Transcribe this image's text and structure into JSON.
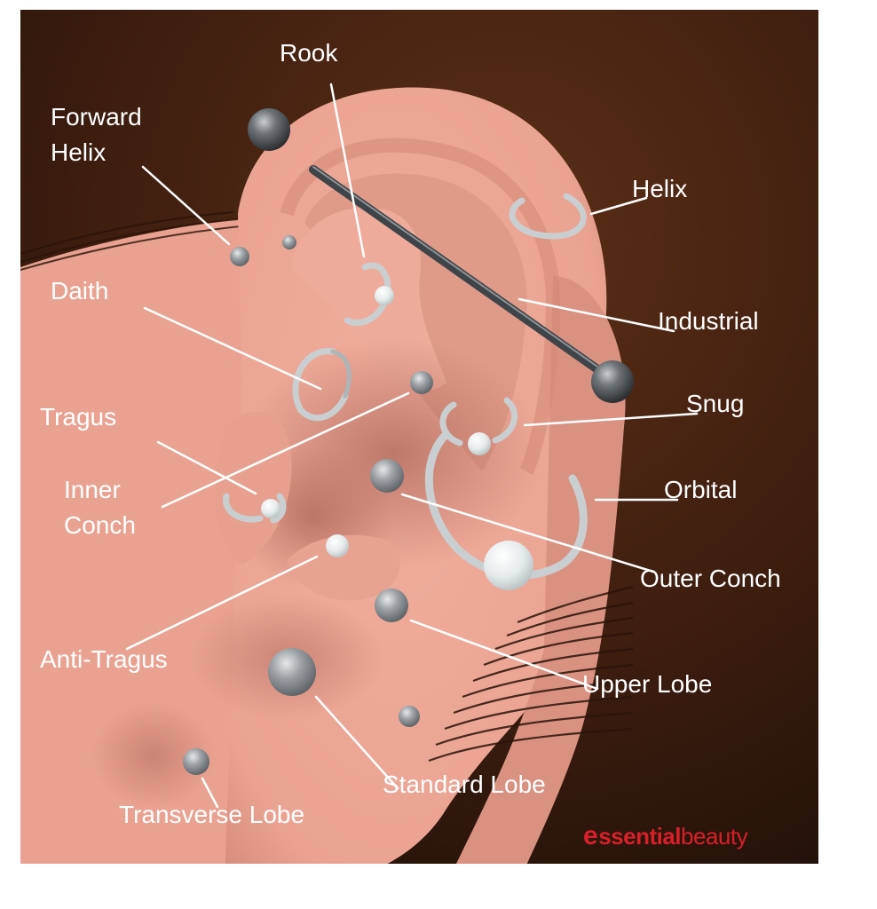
{
  "labels": {
    "rook": "Rook",
    "forward_helix_1": "Forward",
    "forward_helix_2": "Helix",
    "helix": "Helix",
    "daith": "Daith",
    "industrial": "Industrial",
    "snug": "Snug",
    "tragus": "Tragus",
    "inner_conch_1": "Inner",
    "inner_conch_2": "Conch",
    "orbital": "Orbital",
    "outer_conch": "Outer Conch",
    "anti_tragus": "Anti-Tragus",
    "upper_lobe": "Upper Lobe",
    "standard_lobe": "Standard Lobe",
    "transverse_lobe": "Transverse Lobe"
  },
  "logo": {
    "mark": "e",
    "word_bold": "ssential",
    "word_light": "beauty"
  },
  "colors": {
    "background_dark": "#2a140a",
    "background_warm": "#5c2f17",
    "skin": "#eea898",
    "skin_shadow": "#c97e6f",
    "label_text": "#ffffff",
    "leader_line": "#ffffff",
    "logo_red": "#d8202a"
  }
}
